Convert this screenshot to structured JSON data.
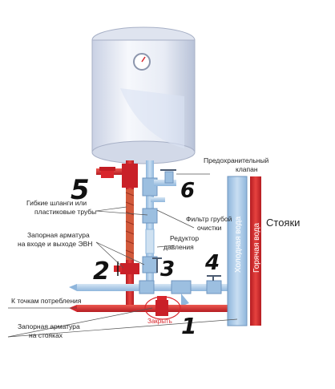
{
  "labels": {
    "safety_valve": [
      "Предохранительный",
      "клапан"
    ],
    "flexible_hoses": [
      "Гибкие шланги или",
      "пластиковые трубы"
    ],
    "stop_valves_ewh": [
      "Запорная арматура",
      "на входе и выходе ЭВН"
    ],
    "coarse_filter": [
      "Фильтр грубой",
      "очистки"
    ],
    "pressure_reducer": [
      "Редуктор",
      "давления"
    ],
    "to_consumers": "К точкам потребления",
    "stop_valves_risers": [
      "Запорная арматура",
      "на стояках"
    ],
    "close": "Закрыть",
    "risers": "Стояки",
    "cold_water": "Холодная вода",
    "hot_water": "Горячая вода"
  },
  "numbers": {
    "n1": "1",
    "n2": "2",
    "n3": "3",
    "n4": "4",
    "n5": "5",
    "n6": "6"
  },
  "colors": {
    "cold_pipe": "#a9c9e6",
    "hot_pipe": "#d8262c",
    "tank": "#eef1f7",
    "valve_handle": "#d8262c"
  }
}
